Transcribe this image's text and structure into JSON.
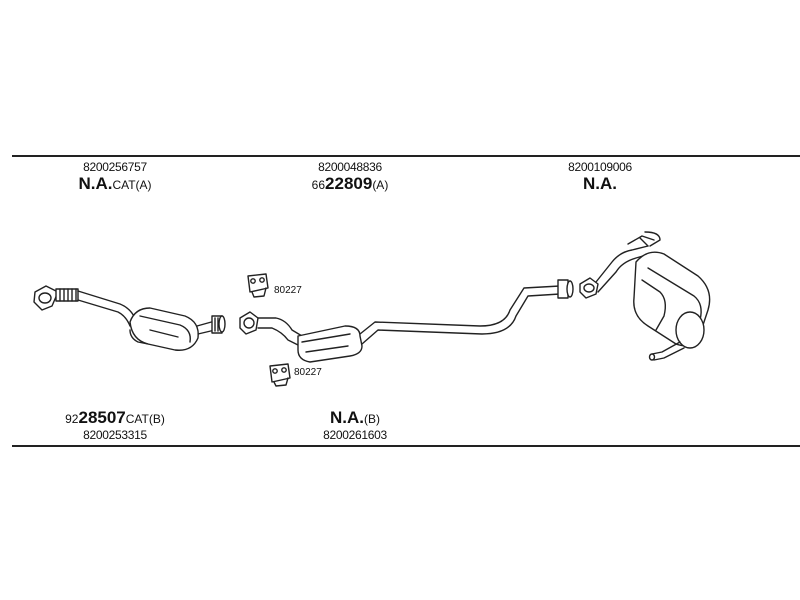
{
  "top": [
    {
      "part": "8200256757",
      "code": "N.A.",
      "suffix": "CAT(A)"
    },
    {
      "part": "8200048836",
      "prefix": "66",
      "code": "22809",
      "suffix": "(A)"
    },
    {
      "part": "8200109006",
      "code": "N.A.",
      "suffix": ""
    }
  ],
  "bottom": [
    {
      "part": "8200253315",
      "prefix": "92",
      "code": "28507",
      "suffix": "CAT(B)"
    },
    {
      "part": "8200261603",
      "code": "N.A.",
      "suffix": "(B)"
    }
  ],
  "clips": [
    {
      "code": "80227"
    },
    {
      "code": "80227"
    }
  ]
}
